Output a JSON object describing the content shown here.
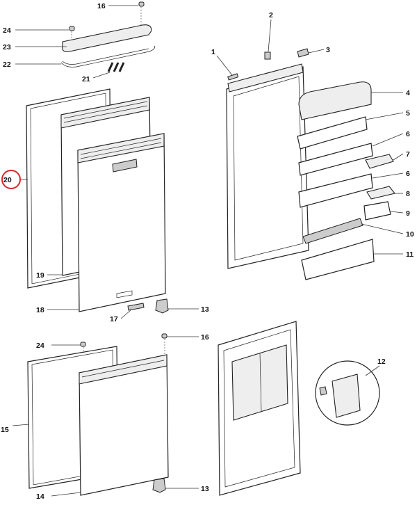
{
  "diagram": {
    "type": "exploded-parts-diagram",
    "highlight_color": "#d62828",
    "highlighted_label": "20",
    "labels": [
      "16",
      "24",
      "23",
      "22",
      "21",
      "20",
      "19",
      "18",
      "17",
      "13",
      "1",
      "2",
      "3",
      "4",
      "5",
      "6",
      "7",
      "6",
      "8",
      "9",
      "10",
      "11",
      "24",
      "16",
      "12",
      "15",
      "14",
      "13"
    ]
  }
}
